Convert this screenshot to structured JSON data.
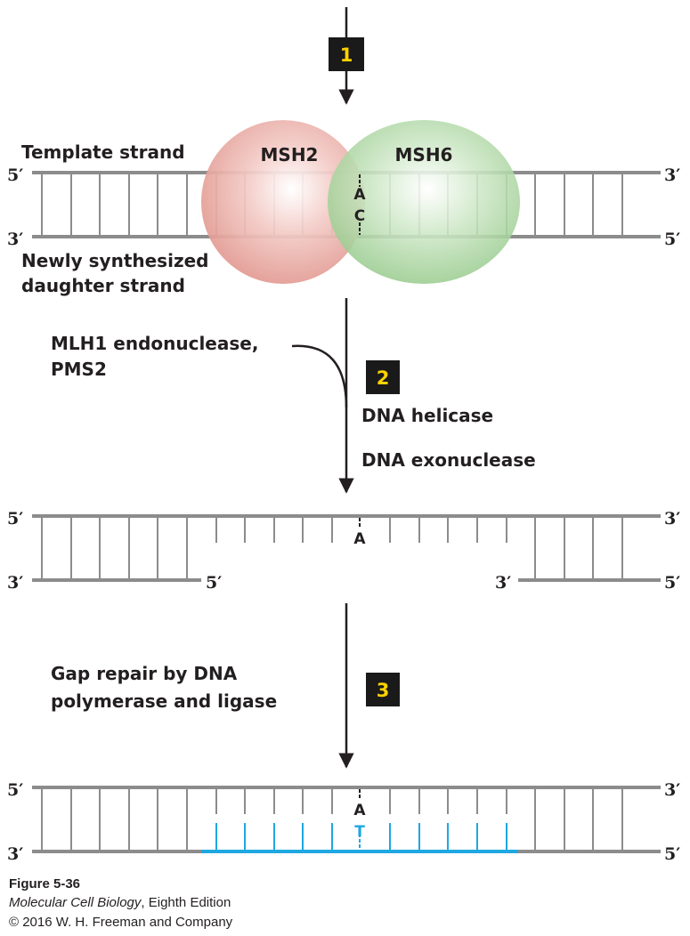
{
  "colors": {
    "strand": "#8c8c8c",
    "rung": "#8c8c8c",
    "repair": "#1ea7e1",
    "msh2": "#e9a7a0",
    "msh6": "#a6d39c",
    "step_box": "#1a1a1a",
    "step_number": "#ffd200"
  },
  "steps": [
    "1",
    "2",
    "3"
  ],
  "proteins": {
    "msh2": "MSH2",
    "msh6": "MSH6"
  },
  "labels": {
    "template_strand": "Template strand",
    "daughter_line1": "Newly synthesized",
    "daughter_line2": "daughter strand",
    "mlh1_line1": "MLH1 endonuclease,",
    "mlh1_line2": "PMS2",
    "helicase": "DNA helicase",
    "exonuclease": "DNA exonuclease",
    "gap_line1": "Gap repair by DNA",
    "gap_line2": "polymerase and ligase"
  },
  "strand_ends": {
    "five_prime": "5′",
    "three_prime": "3′"
  },
  "bases": {
    "mismatch_top": "A",
    "mismatch_bottom": "C",
    "gap_top": "A",
    "repaired_top": "A",
    "repaired_bottom": "T"
  },
  "caption": {
    "figure": "Figure 5-36",
    "book": "Molecular Cell Biology",
    "edition": ", Eighth Edition",
    "copyright": "© 2016 W. H. Freeman and Company"
  }
}
